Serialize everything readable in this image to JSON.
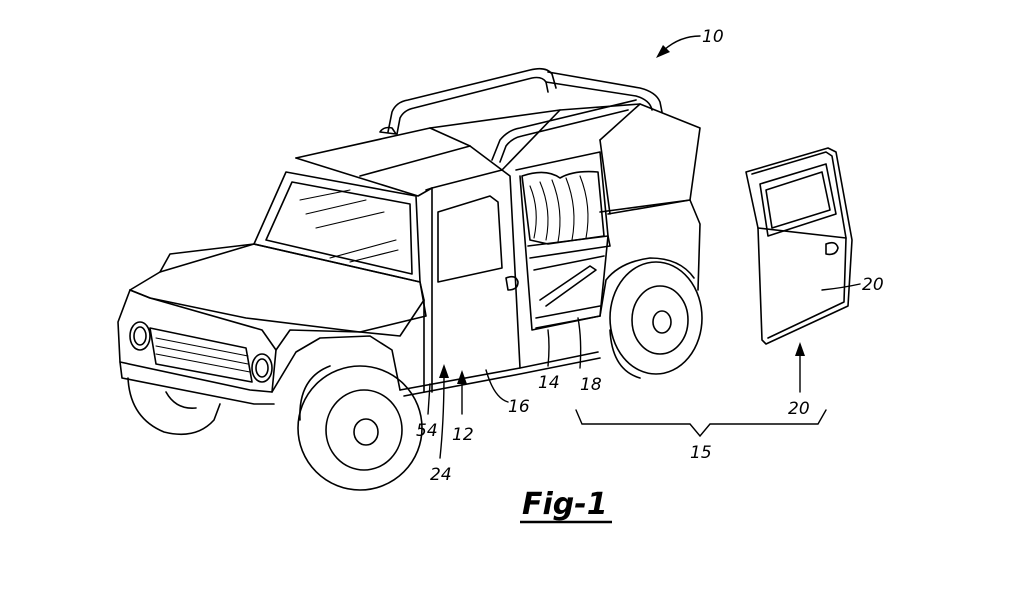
{
  "figure": {
    "caption": "Fig-1"
  },
  "reference_numerals": {
    "vehicle": "10",
    "body_side": "12",
    "door_opening": "14",
    "door_assembly": "15",
    "side_panel": "16",
    "pillar": "18",
    "door": "20",
    "door_alt": "20",
    "hinge_line": "24",
    "sill": "54"
  },
  "colors": {
    "line": "#000000",
    "background": "#ffffff"
  }
}
